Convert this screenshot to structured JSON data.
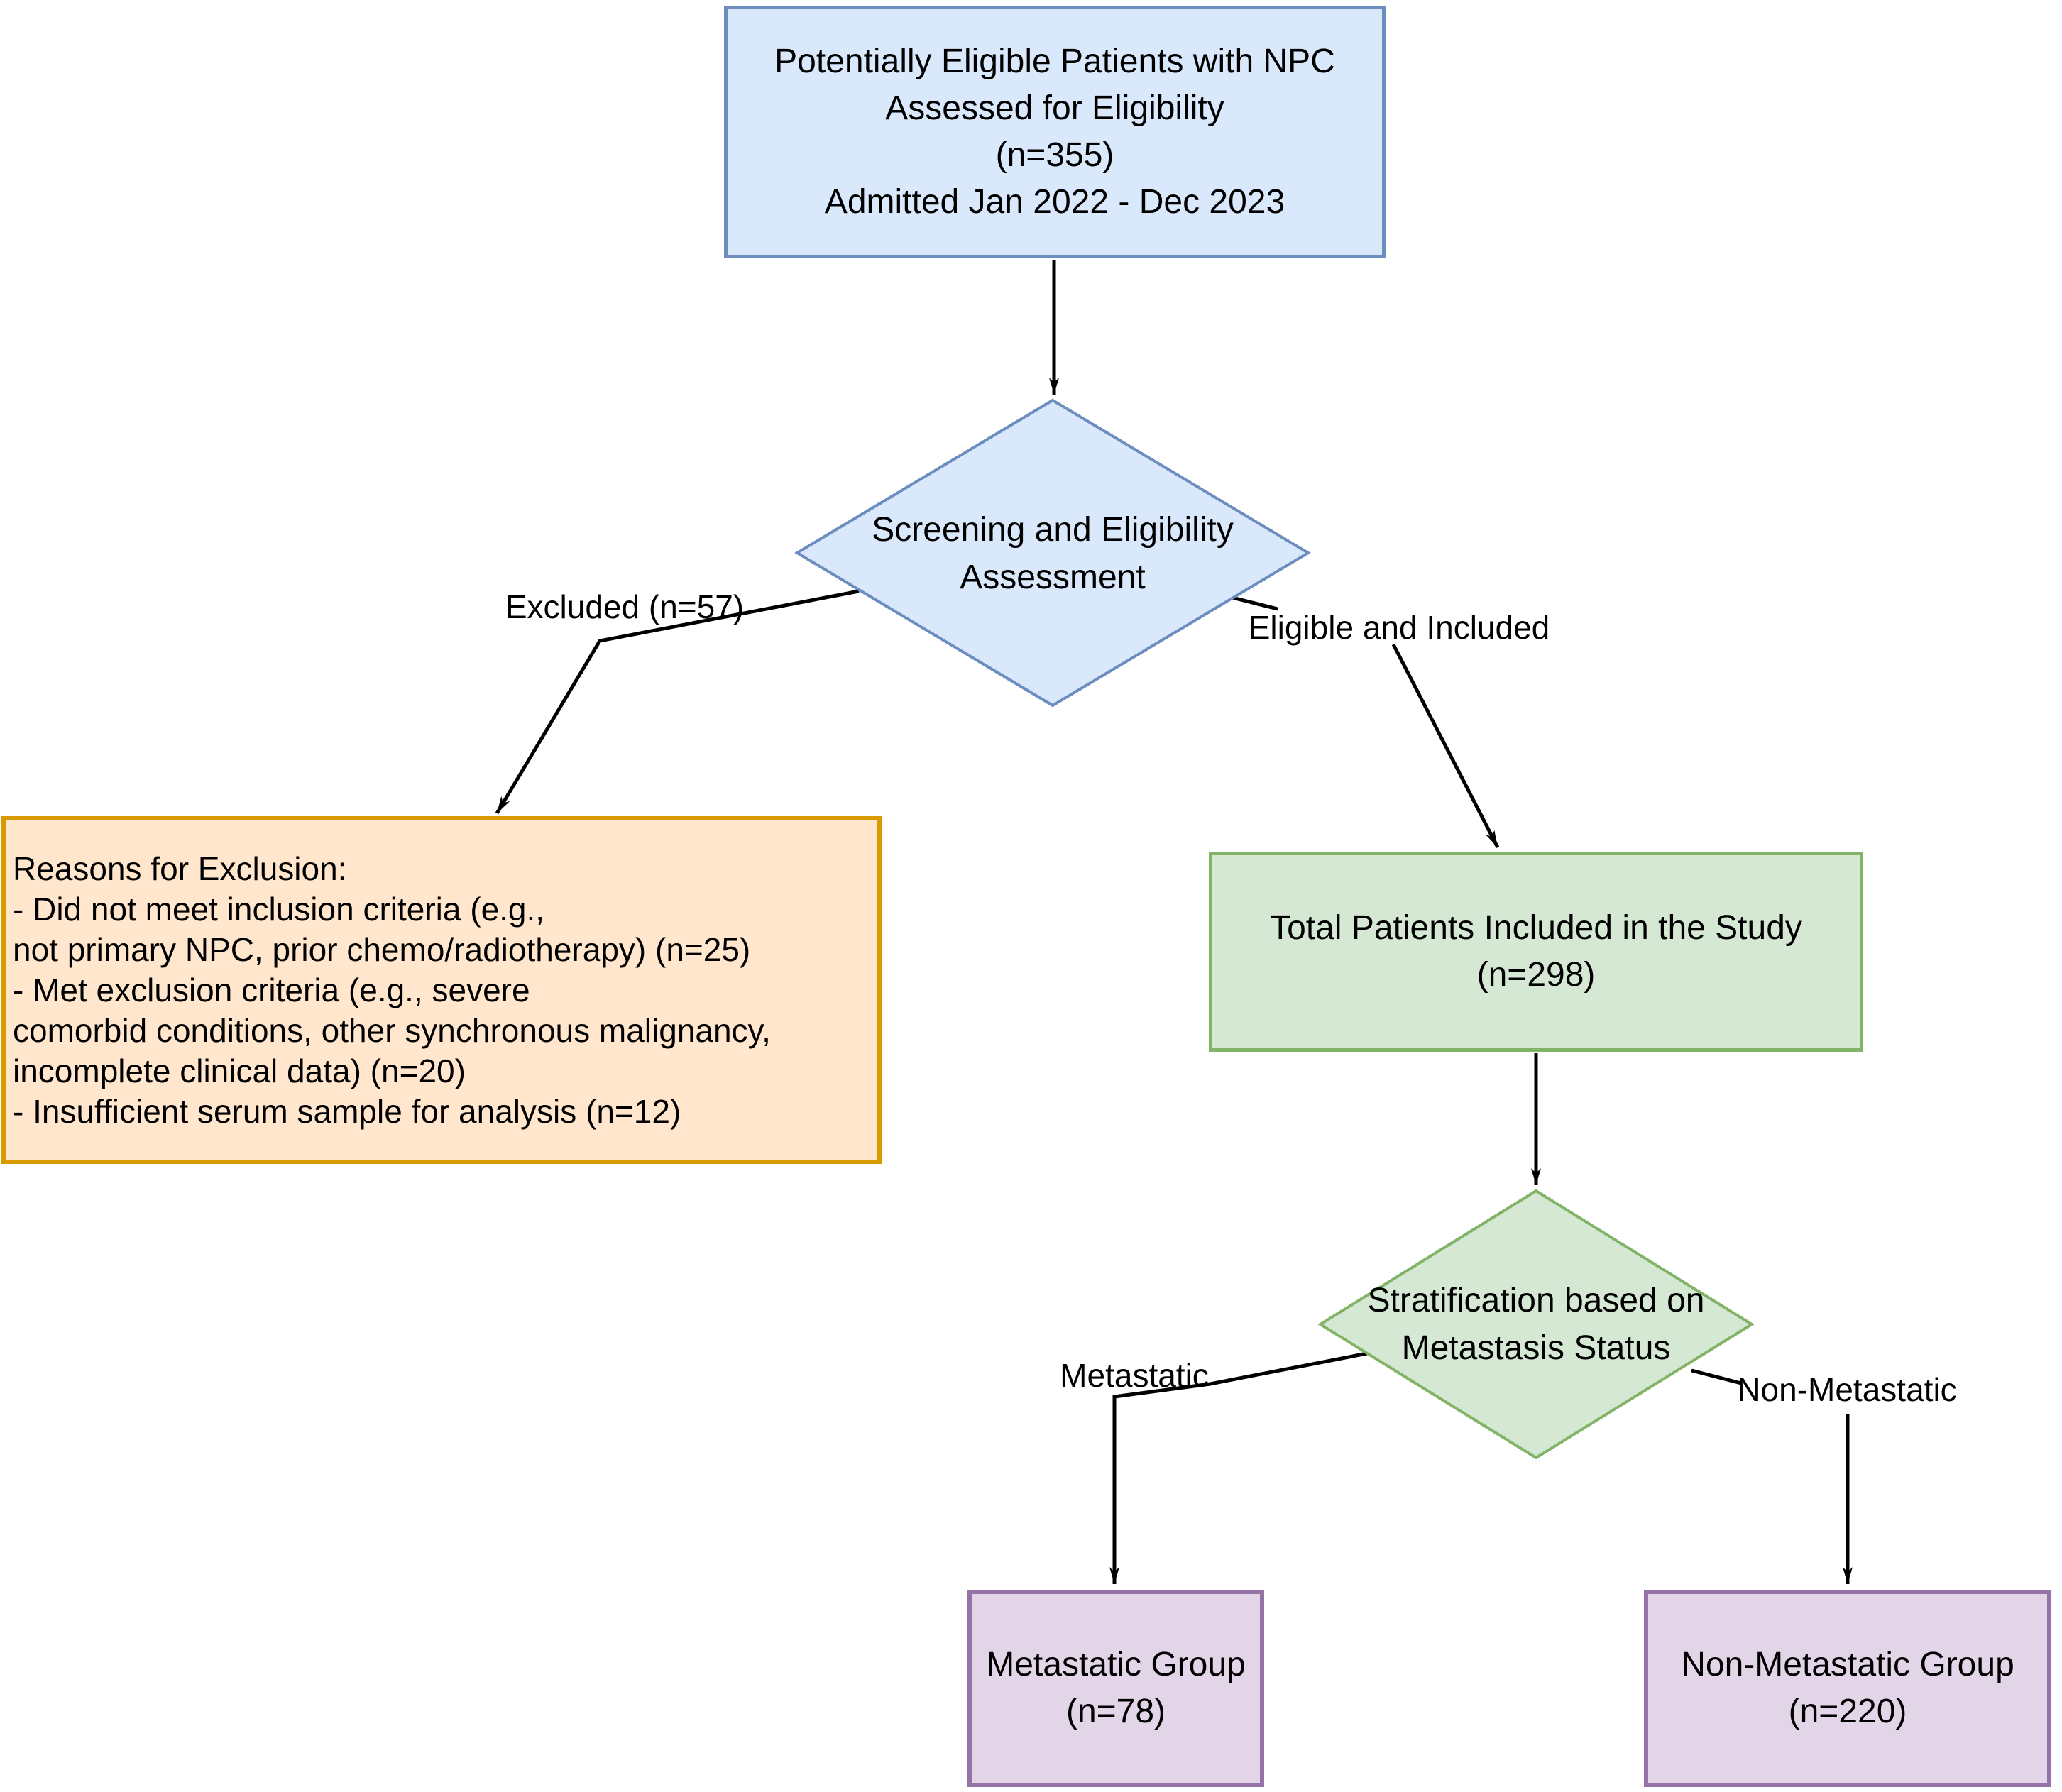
{
  "nodes": {
    "start": {
      "lines": [
        "Potentially Eligible Patients with NPC",
        "Assessed for Eligibility",
        "(n=355)",
        "Admitted Jan 2022 - Dec 2023"
      ]
    },
    "screening": {
      "lines": [
        "Screening and Eligibility",
        "Assessment"
      ]
    },
    "exclusion": {
      "lines": [
        "Reasons for Exclusion:",
        "- Did not meet inclusion criteria (e.g.,",
        "not primary NPC, prior chemo/radiotherapy) (n=25)",
        "- Met exclusion criteria (e.g., severe",
        "comorbid conditions, other synchronous malignancy,",
        "incomplete clinical data) (n=20)",
        "- Insufficient serum sample for analysis (n=12)"
      ]
    },
    "included": {
      "lines": [
        "Total Patients Included in the Study",
        "(n=298)"
      ]
    },
    "stratification": {
      "lines": [
        "Stratification based on",
        "Metastasis Status"
      ]
    },
    "metastatic_group": {
      "lines": [
        "Metastatic Group",
        "(n=78)"
      ]
    },
    "non_metastatic_group": {
      "lines": [
        "Non-Metastatic Group",
        "(n=220)"
      ]
    }
  },
  "edge_labels": {
    "excluded": "Excluded (n=57)",
    "eligible": "Eligible and Included",
    "metastatic": "Metastatic",
    "non_metastatic": "Non-Metastatic"
  },
  "colors": {
    "blue_fill": "#dae8fc",
    "blue_stroke": "#6c8ebf",
    "orange_fill": "#ffe6cc",
    "orange_stroke": "#d79b00",
    "green_fill": "#d5e8d4",
    "green_stroke": "#82b366",
    "purple_fill": "#e1d5e7",
    "purple_stroke": "#9673a6",
    "line": "#000000"
  }
}
